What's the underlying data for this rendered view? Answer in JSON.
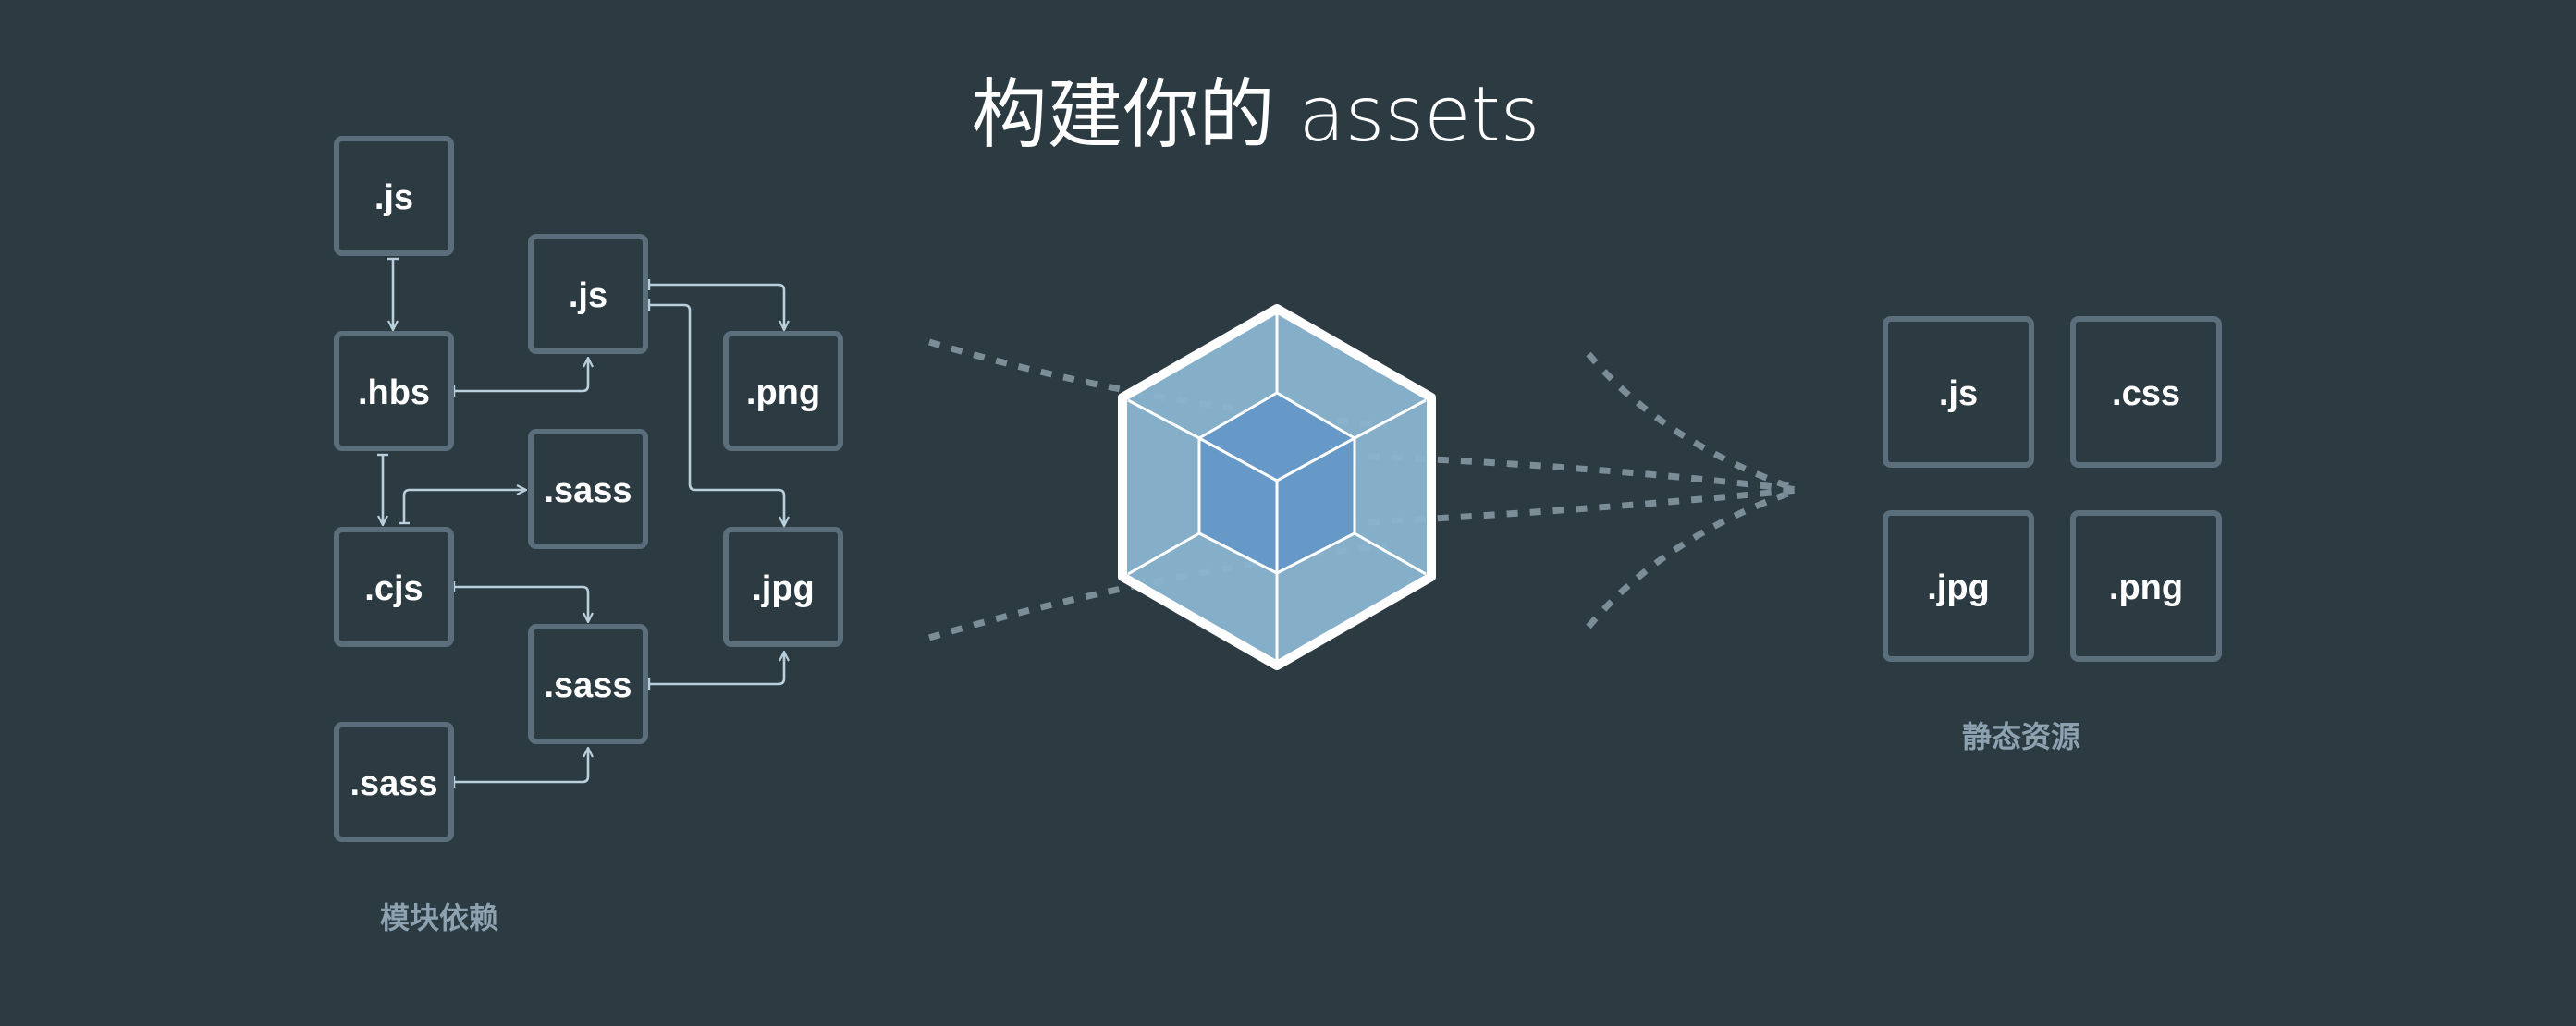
{
  "title": "构建你的 assets",
  "colors": {
    "background": "#2c3a42",
    "box_stroke": "#5b6e7b",
    "arrow": "#b9d0dc",
    "dashes": "#7b8e98",
    "cube_outer": "#8ab4d0",
    "cube_inner": "#6699c8",
    "caption": "#8da2b0"
  },
  "dependencies": {
    "caption": "模块依赖",
    "boxes": [
      {
        "id": "js_a",
        "label": ".js"
      },
      {
        "id": "js_b",
        "label": ".js"
      },
      {
        "id": "hbs",
        "label": ".hbs"
      },
      {
        "id": "png",
        "label": ".png"
      },
      {
        "id": "sass_a",
        "label": ".sass"
      },
      {
        "id": "cjs",
        "label": ".cjs"
      },
      {
        "id": "jpg",
        "label": ".jpg"
      },
      {
        "id": "sass_b",
        "label": ".sass"
      },
      {
        "id": "sass_c",
        "label": ".sass"
      }
    ]
  },
  "bundler": {
    "icon": "webpack-cube-icon"
  },
  "static_assets": {
    "caption": "静态资源",
    "boxes": [
      {
        "id": "out_js",
        "label": ".js"
      },
      {
        "id": "out_css",
        "label": ".css"
      },
      {
        "id": "out_jpg",
        "label": ".jpg"
      },
      {
        "id": "out_png",
        "label": ".png"
      }
    ]
  }
}
